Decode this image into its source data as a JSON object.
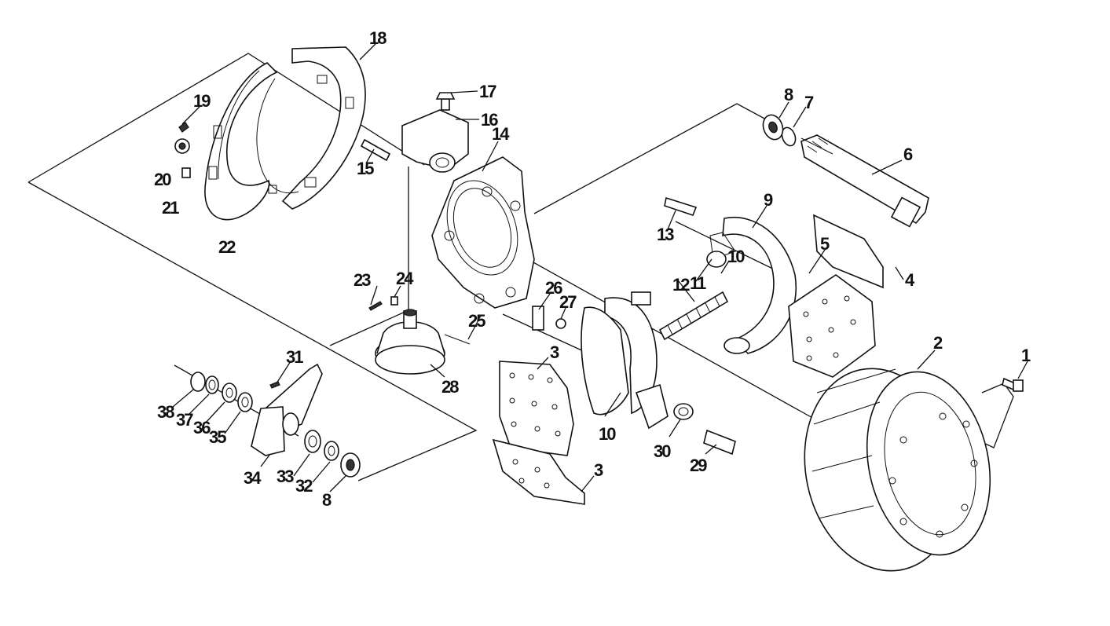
{
  "callouts": [
    {
      "id": "c1",
      "text": "1"
    },
    {
      "id": "c2",
      "text": "2"
    },
    {
      "id": "c3a",
      "text": "3"
    },
    {
      "id": "c3b",
      "text": "3"
    },
    {
      "id": "c4",
      "text": "4"
    },
    {
      "id": "c5",
      "text": "5"
    },
    {
      "id": "c6",
      "text": "6"
    },
    {
      "id": "c7",
      "text": "7"
    },
    {
      "id": "c8a",
      "text": "8"
    },
    {
      "id": "c8b",
      "text": "8"
    },
    {
      "id": "c9",
      "text": "9"
    },
    {
      "id": "c10a",
      "text": "10"
    },
    {
      "id": "c10b",
      "text": "10"
    },
    {
      "id": "c11",
      "text": "11"
    },
    {
      "id": "c12",
      "text": "12"
    },
    {
      "id": "c13",
      "text": "13"
    },
    {
      "id": "c14",
      "text": "14"
    },
    {
      "id": "c15",
      "text": "15"
    },
    {
      "id": "c16",
      "text": "16"
    },
    {
      "id": "c17",
      "text": "17"
    },
    {
      "id": "c18",
      "text": "18"
    },
    {
      "id": "c19",
      "text": "19"
    },
    {
      "id": "c20",
      "text": "20"
    },
    {
      "id": "c21",
      "text": "21"
    },
    {
      "id": "c22",
      "text": "22"
    },
    {
      "id": "c23",
      "text": "23"
    },
    {
      "id": "c24",
      "text": "24"
    },
    {
      "id": "c25",
      "text": "25"
    },
    {
      "id": "c26",
      "text": "26"
    },
    {
      "id": "c27",
      "text": "27"
    },
    {
      "id": "c28",
      "text": "28"
    },
    {
      "id": "c29",
      "text": "29"
    },
    {
      "id": "c30",
      "text": "30"
    },
    {
      "id": "c31",
      "text": "31"
    },
    {
      "id": "c32",
      "text": "32"
    },
    {
      "id": "c33",
      "text": "33"
    },
    {
      "id": "c34",
      "text": "34"
    },
    {
      "id": "c35",
      "text": "35"
    },
    {
      "id": "c36",
      "text": "36"
    },
    {
      "id": "c37",
      "text": "37"
    },
    {
      "id": "c38",
      "text": "38"
    }
  ]
}
